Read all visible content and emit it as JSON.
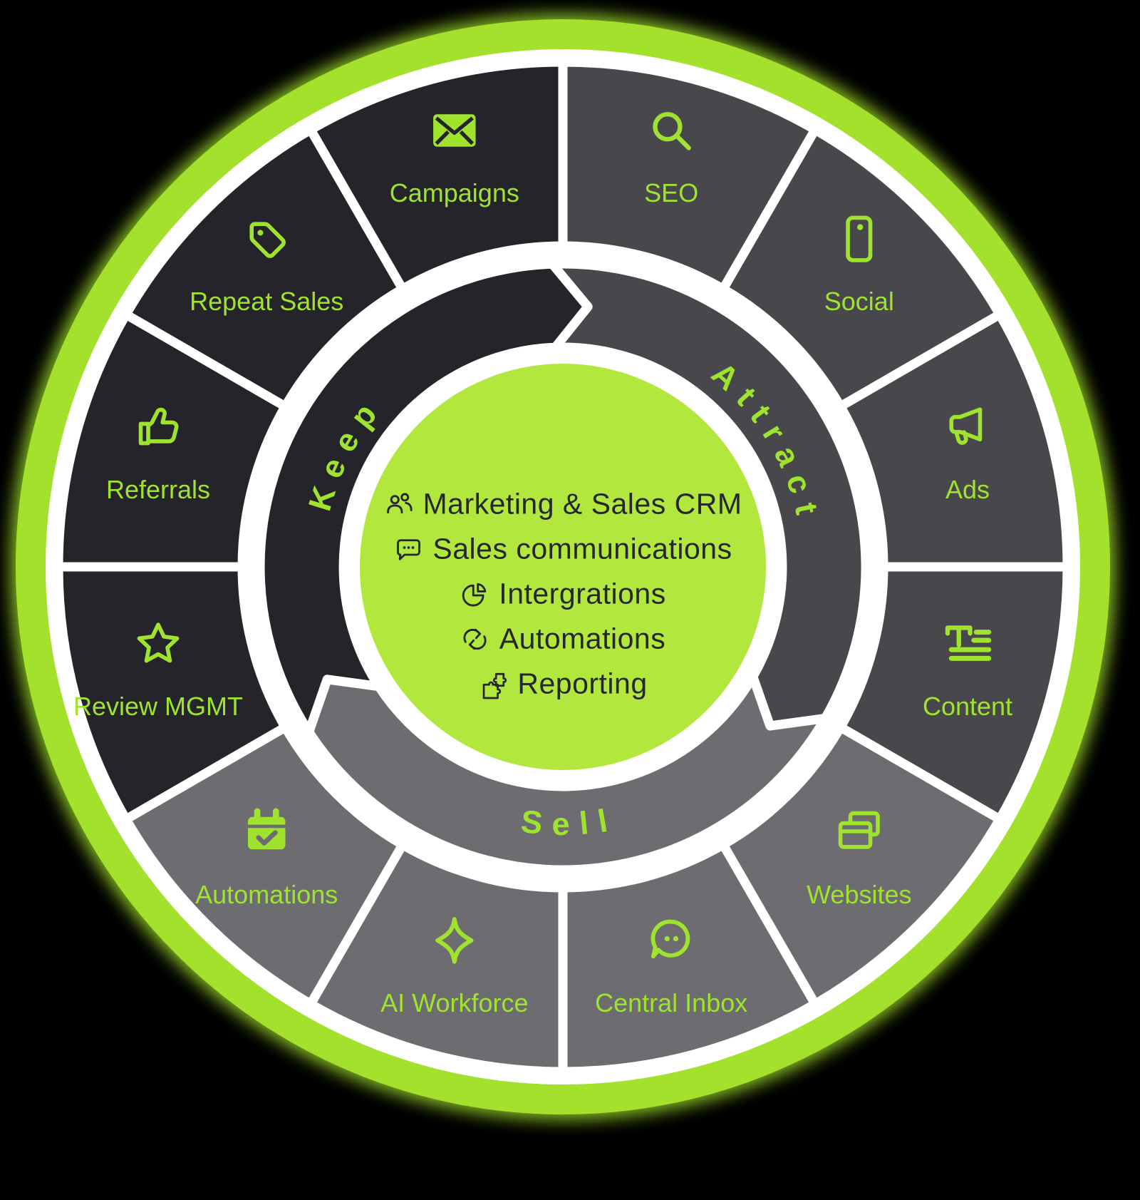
{
  "colors": {
    "background": "#000000",
    "white": "#ffffff",
    "ring_green": "#a4e12c",
    "center_green": "#b2e83e",
    "accent_green": "#9fe32f",
    "center_text": "#26272b",
    "keep": "#25242b",
    "attract": "#48474b",
    "sell": "#6d6d71"
  },
  "outer_segments": [
    {
      "label": "SEO",
      "icon": "search-icon",
      "section": "attract"
    },
    {
      "label": "Social",
      "icon": "phone-icon",
      "section": "attract"
    },
    {
      "label": "Ads",
      "icon": "megaphone-icon",
      "section": "attract"
    },
    {
      "label": "Content",
      "icon": "text-lines-icon",
      "section": "attract"
    },
    {
      "label": "Websites",
      "icon": "browser-stack-icon",
      "section": "sell"
    },
    {
      "label": "Central Inbox",
      "icon": "chat-bubble-icon",
      "section": "sell"
    },
    {
      "label": "AI Workforce",
      "icon": "sparkle-icon",
      "section": "sell"
    },
    {
      "label": "Automations",
      "icon": "calendar-check-icon",
      "section": "sell"
    },
    {
      "label": "Review MGMT",
      "icon": "star-icon",
      "section": "keep"
    },
    {
      "label": "Referrals",
      "icon": "thumbs-up-icon",
      "section": "keep"
    },
    {
      "label": "Repeat Sales",
      "icon": "tag-icon",
      "section": "keep"
    },
    {
      "label": "Campaigns",
      "icon": "envelope-icon",
      "section": "keep"
    }
  ],
  "ring_sections": [
    {
      "label": "Attract",
      "section": "attract"
    },
    {
      "label": "Sell",
      "section": "sell"
    },
    {
      "label": "Keep",
      "section": "keep"
    }
  ],
  "center": {
    "items": [
      {
        "label": "Marketing & Sales CRM",
        "icon": "people-icon"
      },
      {
        "label": "Sales communications",
        "icon": "chat-dots-icon"
      },
      {
        "label": "Intergrations",
        "icon": "pie-chart-icon"
      },
      {
        "label": "Automations",
        "icon": "cycle-arrows-icon"
      },
      {
        "label": "Reporting",
        "icon": "puzzle-icon"
      }
    ]
  }
}
